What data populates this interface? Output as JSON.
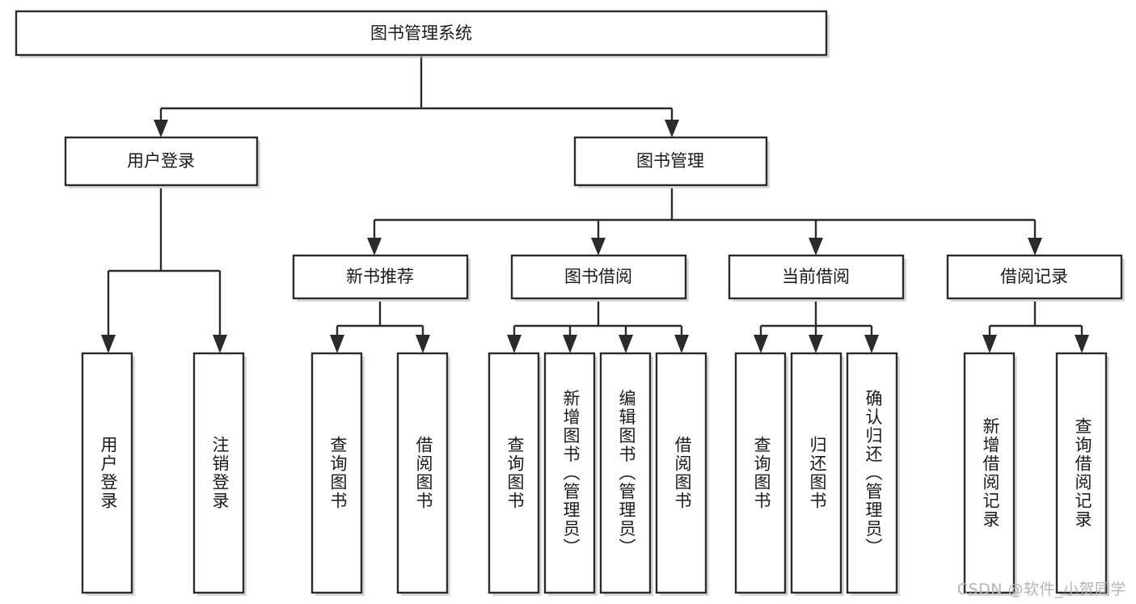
{
  "diagram": {
    "type": "tree-hierarchy",
    "title": "图书管理系统",
    "watermark": "CSDN @软件_小贺同学",
    "colors": {
      "stroke": "#2b2b2b",
      "fill": "#ffffff",
      "text": "#1a1a1a",
      "shadow": "#b9b9b9",
      "watermark": "#b4b4b4"
    },
    "levels": {
      "root": {
        "label": "图书管理系统"
      },
      "level2": [
        {
          "id": "user-login",
          "label": "用户登录"
        },
        {
          "id": "book-manage",
          "label": "图书管理"
        }
      ],
      "level3": [
        {
          "id": "new-book-recommend",
          "label": "新书推荐",
          "parent": "book-manage"
        },
        {
          "id": "book-borrow",
          "label": "图书借阅",
          "parent": "book-manage"
        },
        {
          "id": "current-borrow",
          "label": "当前借阅",
          "parent": "book-manage"
        },
        {
          "id": "borrow-record",
          "label": "借阅记录",
          "parent": "book-manage"
        }
      ],
      "leaves": {
        "user-login": [
          {
            "id": "leaf-user-login",
            "label": "用户登录"
          },
          {
            "id": "leaf-logout",
            "label": "注销登录"
          }
        ],
        "new-book-recommend": [
          {
            "id": "leaf-query-book-1",
            "label": "查询图书"
          },
          {
            "id": "leaf-borrow-book-1",
            "label": "借阅图书"
          }
        ],
        "book-borrow": [
          {
            "id": "leaf-query-book-2",
            "label": "查询图书"
          },
          {
            "id": "leaf-add-book-admin",
            "label": "新增图书（管理员）"
          },
          {
            "id": "leaf-edit-book-admin",
            "label": "编辑图书（管理员）"
          },
          {
            "id": "leaf-borrow-book-2",
            "label": "借阅图书"
          }
        ],
        "current-borrow": [
          {
            "id": "leaf-query-book-3",
            "label": "查询图书"
          },
          {
            "id": "leaf-return-book",
            "label": "归还图书"
          },
          {
            "id": "leaf-confirm-return-admin",
            "label": "确认归还（管理员）"
          }
        ],
        "borrow-record": [
          {
            "id": "leaf-add-borrow-record",
            "label": "新增借阅记录"
          },
          {
            "id": "leaf-query-borrow-record",
            "label": "查询借阅记录"
          }
        ]
      }
    }
  }
}
